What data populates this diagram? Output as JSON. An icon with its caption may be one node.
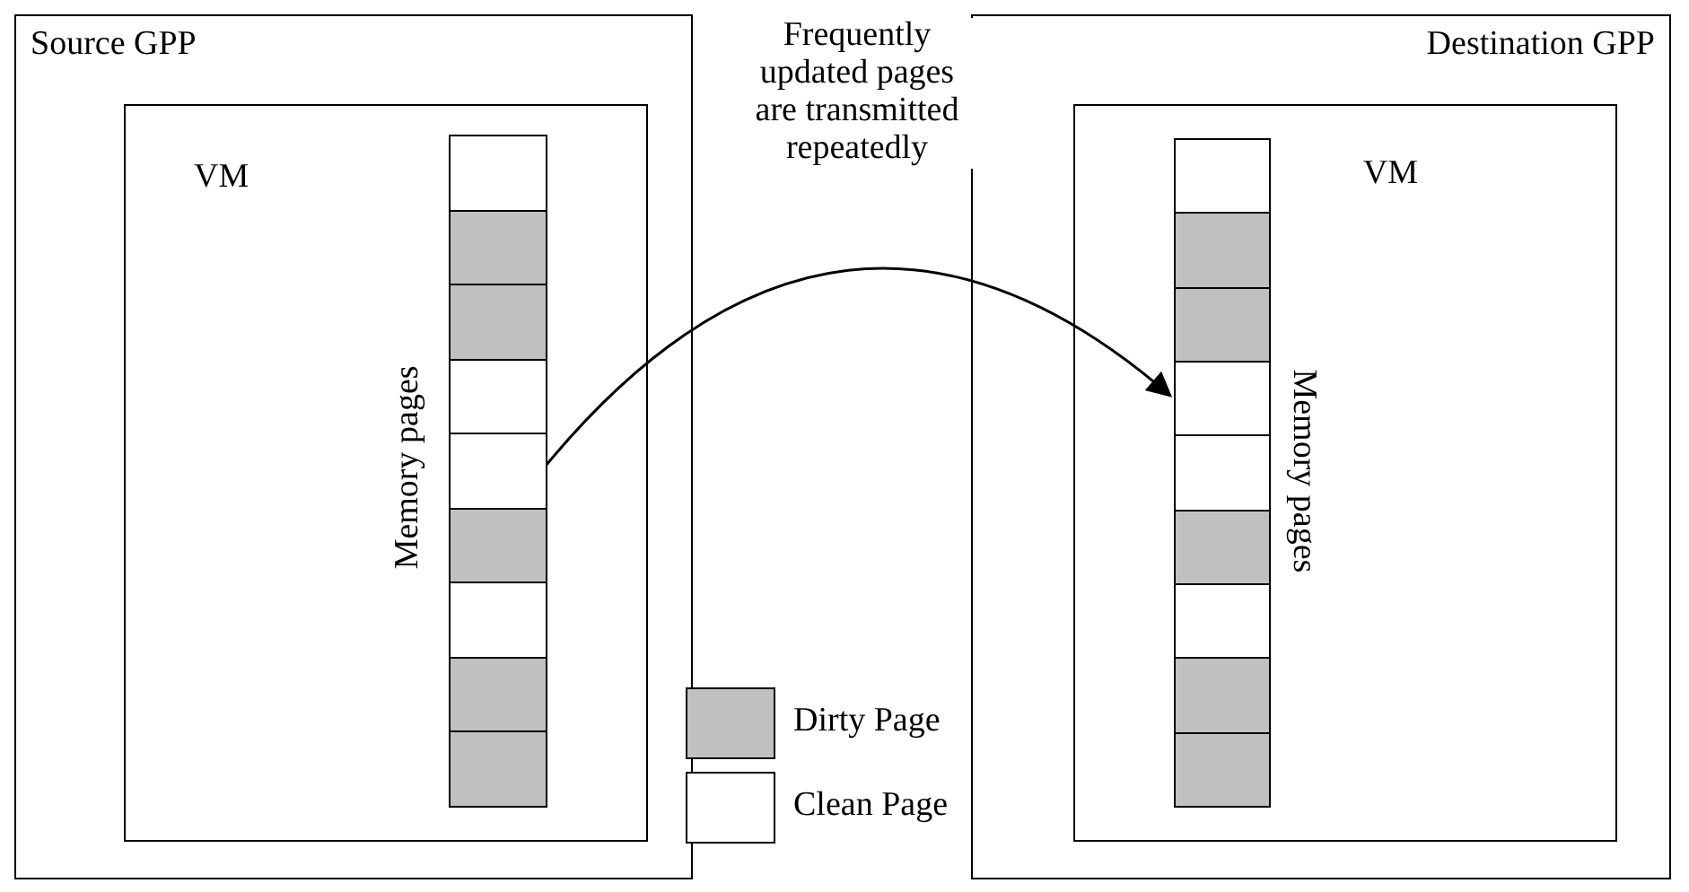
{
  "diagram": {
    "nodes": [
      {
        "text": [
          "Source GPP"
        ]
      },
      {
        "text": [
          "VM"
        ],
        "in": 0
      },
      {
        "text": [],
        "shape": "box",
        "in": 1
      },
      {
        "text": [],
        "shape": "box",
        "in": 1
      },
      {
        "text": [],
        "shape": "box",
        "in": 1
      },
      {
        "text": [],
        "shape": "box",
        "in": 1
      },
      {
        "text": [],
        "shape": "box",
        "in": 1
      },
      {
        "text": [],
        "shape": "box",
        "in": 1
      },
      {
        "text": [],
        "shape": "box",
        "in": 1
      },
      {
        "text": [],
        "shape": "box",
        "in": 1
      },
      {
        "text": [],
        "shape": "box",
        "in": 1
      },
      {
        "text": [
          "Destination GPP"
        ]
      },
      {
        "text": [
          "VM"
        ],
        "in": 11
      },
      {
        "text": [],
        "shape": "box",
        "in": 12
      },
      {
        "text": [],
        "shape": "box",
        "in": 12
      },
      {
        "text": [],
        "shape": "box",
        "in": 12
      },
      {
        "text": [],
        "shape": "box",
        "in": 12
      },
      {
        "text": [],
        "shape": "box",
        "in": 12
      },
      {
        "text": [],
        "shape": "box",
        "in": 12
      },
      {
        "text": [],
        "shape": "box",
        "in": 12
      },
      {
        "text": [],
        "shape": "box",
        "in": 12
      },
      {
        "text": [],
        "shape": "box",
        "in": 12
      }
    ],
    "edges": [
      {
        "from": 6,
        "to": 16,
        "arrow": "to",
        "label": "Frequently updated pages are transmitted repeatedly"
      }
    ],
    "labels": [
      "Memory pages",
      "Memory pages"
    ],
    "legend": [
      {
        "text": "Dirty Page",
        "color": "#c0c0c0"
      },
      {
        "text": "Clean Page",
        "color": "#ffffff"
      }
    ]
  }
}
